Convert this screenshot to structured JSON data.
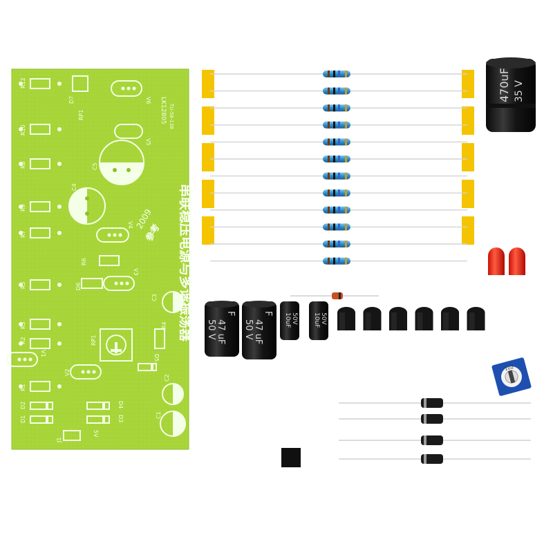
{
  "pcb": {
    "title_cn": "串联稳压电源与多谐振荡器",
    "year": "2009",
    "year_note": "参考",
    "model": "LK12805",
    "code": "TU-56-138",
    "labels": [
      "R12",
      "D7",
      "RP1",
      "V6",
      "R10",
      "V5",
      "R8",
      "C5",
      "C4",
      "R9",
      "V4",
      "R7",
      "R6",
      "R5",
      "D6",
      "V3",
      "C3",
      "R3",
      "R4",
      "R2",
      "V1",
      "RP1",
      "V2",
      "D5",
      "R1",
      "C2",
      "D2",
      "D4",
      "D1",
      "D3",
      "C1",
      "J1",
      "5V"
    ]
  },
  "components": {
    "big_capacitor": {
      "value": "470uF",
      "voltage": "35 V"
    },
    "medium_capacitors": [
      {
        "value": "47 uF",
        "voltage": "50 V",
        "mark": "F"
      },
      {
        "value": "47 uF",
        "voltage": "50 V",
        "mark": "F"
      }
    ],
    "small_capacitors": [
      {
        "value": "10uF",
        "voltage": "50V"
      },
      {
        "value": "10uF",
        "voltage": "50V"
      }
    ],
    "trimmer": {
      "value": "102"
    },
    "resistor_count": 12,
    "transistor_count": 6,
    "diode_count": 4,
    "led_count": 2
  },
  "colors": {
    "pcb": "#a8d63a",
    "tape": "#f5c400",
    "resistor_body": "#3aa0d8",
    "led": "#ff2a1a",
    "trimmer": "#1e4fb0"
  }
}
